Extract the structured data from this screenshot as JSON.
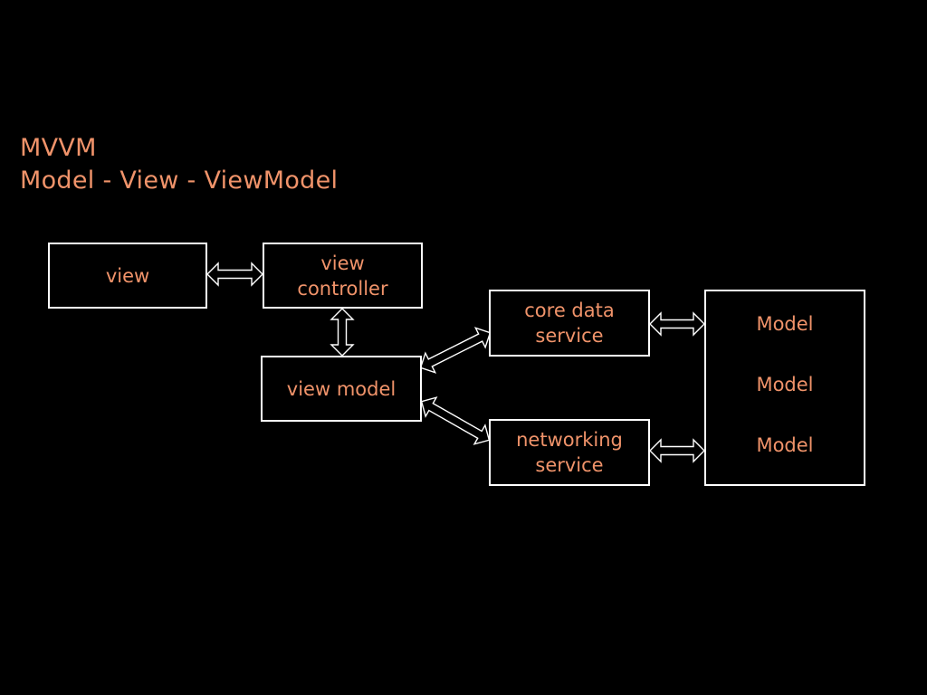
{
  "title": {
    "line1": "MVVM",
    "line2": "Model - View - ViewModel"
  },
  "boxes": {
    "view": "view",
    "view_controller": "view controller",
    "view_model": "view model",
    "core_data_service": "core data service",
    "networking_service": "networking service"
  },
  "models": [
    "Model",
    "Model",
    "Model"
  ],
  "colors": {
    "background": "#000000",
    "text": "#f0936a",
    "lines": "#ffffff"
  }
}
